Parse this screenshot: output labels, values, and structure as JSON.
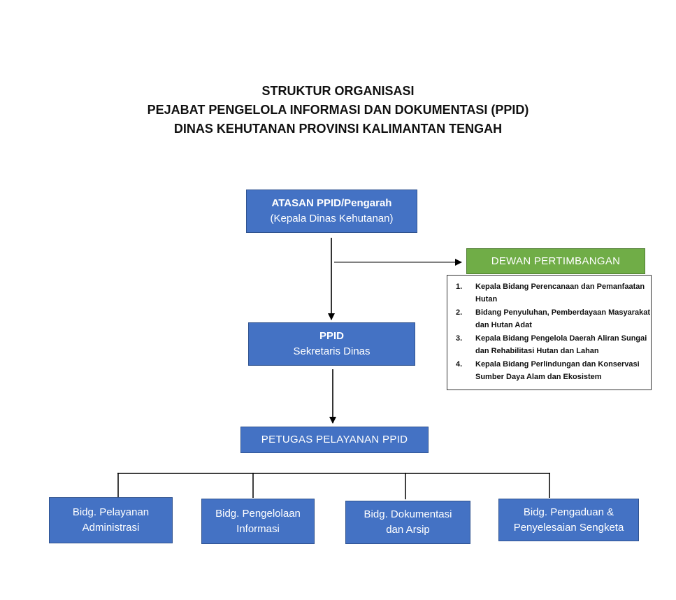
{
  "title": {
    "line1": "STRUKTUR ORGANISASI",
    "line2": "PEJABAT PENGELOLA INFORMASI DAN DOKUMENTASI (PPID)",
    "line3": "DINAS KEHUTANAN PROVINSI KALIMANTAN TENGAH"
  },
  "atasan": {
    "title": "ATASAN PPID/Pengarah",
    "subtitle": "(Kepala Dinas Kehutanan)"
  },
  "dewan": {
    "title": "DEWAN PERTIMBANGAN",
    "members": [
      {
        "num": "1.",
        "text": "Kepala Bidang Perencanaan dan Pemanfaatan Hutan"
      },
      {
        "num": "2.",
        "text": "Bidang Penyuluhan, Pemberdayaan Masyarakat dan Hutan Adat"
      },
      {
        "num": "3.",
        "text": "Kepala Bidang Pengelola Daerah Aliran Sungai dan Rehabilitasi Hutan dan Lahan"
      },
      {
        "num": "4.",
        "text": "Kepala Bidang Perlindungan dan Konservasi Sumber Daya Alam dan Ekosistem"
      }
    ]
  },
  "ppid": {
    "title": "PPID",
    "subtitle": "Sekretaris Dinas"
  },
  "petugas": {
    "title": "PETUGAS PELAYANAN PPID"
  },
  "bidang": [
    {
      "line1": "Bidg. Pelayanan",
      "line2": "Administrasi"
    },
    {
      "line1": "Bidg. Pengelolaan",
      "line2": "Informasi"
    },
    {
      "line1": "Bidg. Dokumentasi",
      "line2": "dan Arsip"
    },
    {
      "line1": "Bidg. Pengaduan &",
      "line2": "Penyelesaian Sengketa"
    }
  ],
  "colors": {
    "box_fill": "#4472C4",
    "dewan_fill": "#70AD47"
  }
}
